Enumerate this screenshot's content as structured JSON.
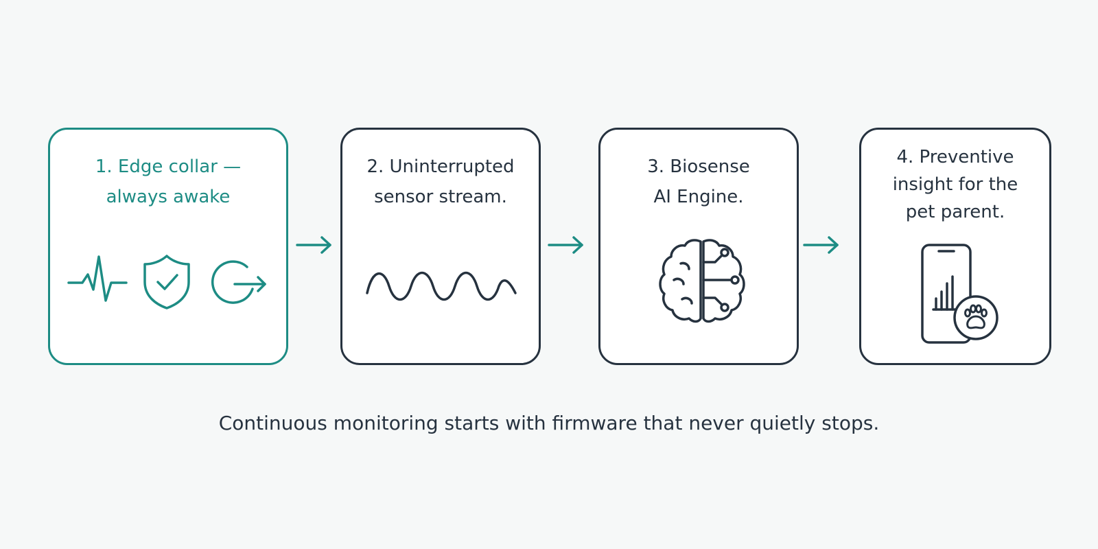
{
  "steps": [
    {
      "title": "1.  Edge collar —\nalways awake",
      "icons": [
        "heartbeat-icon",
        "shield-check-icon",
        "restart-arrow-icon"
      ]
    },
    {
      "title": "2. Uninterrupted\nsensor stream.",
      "icons": [
        "sine-wave-icon"
      ]
    },
    {
      "title": "3. Biosense\nAI Engine.",
      "icons": [
        "brain-circuit-icon"
      ]
    },
    {
      "title": "4. Preventive\ninsight for the\npet parent.",
      "icons": [
        "phone-paw-icon"
      ]
    }
  ],
  "caption": "Continuous monitoring starts with firmware that never quietly stops.",
  "colors": {
    "accent": "#1d8c84",
    "ink": "#26323f",
    "background": "#f6f8f8"
  }
}
